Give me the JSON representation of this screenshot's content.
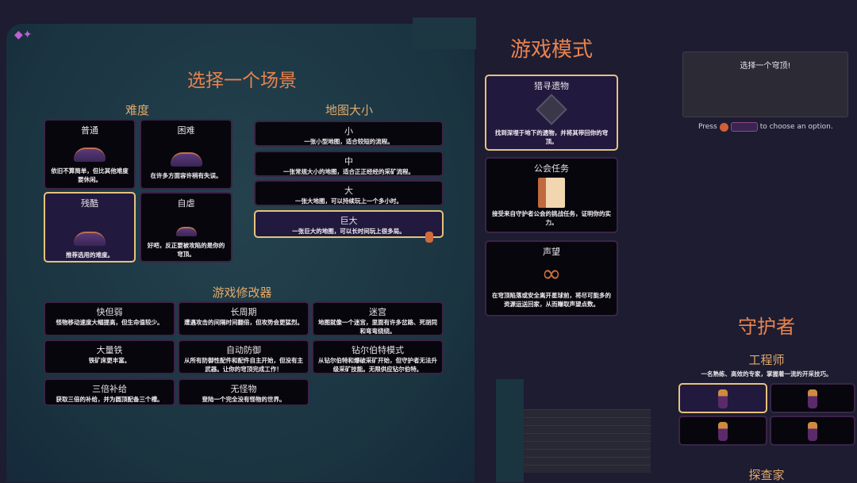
{
  "scene": {
    "title": "选择一个场景",
    "difficulty": {
      "title": "难度",
      "items": [
        {
          "name": "普通",
          "desc": "依旧不算简单，但比其他难度要休闲。"
        },
        {
          "name": "困难",
          "desc": "在许多方面容许稍有失误。"
        },
        {
          "name": "残酷",
          "desc": "推荐选用的难度。",
          "selected": true
        },
        {
          "name": "自虐",
          "desc": "好吧，反正要被攻陷的是你的穹顶。"
        }
      ]
    },
    "map_size": {
      "title": "地图大小",
      "items": [
        {
          "name": "小",
          "desc": "一张小型地图，适合较短的流程。"
        },
        {
          "name": "中",
          "desc": "一张常规大小的地图，适合正正经经的采矿流程。"
        },
        {
          "name": "大",
          "desc": "一张大地图，可以持续玩上一个多小时。"
        },
        {
          "name": "巨大",
          "desc": "一张巨大的地图，可以长时间玩上很多局。",
          "selected": true
        }
      ]
    },
    "modifiers": {
      "title": "游戏修改器",
      "items": [
        {
          "name": "快但弱",
          "desc": "怪物移动速度大幅提高，但生命值较少。"
        },
        {
          "name": "长周期",
          "desc": "遭遇攻击的间隔时间翻倍，但攻势会更猛烈。"
        },
        {
          "name": "迷宫",
          "desc": "地图就像一个迷宫，里面有许多岔路、死胡同和弯弯绕绕。"
        },
        {
          "name": "大量铁",
          "desc": "铁矿床更丰富。"
        },
        {
          "name": "自动防御",
          "desc": "从所有防御性配件和配件自主开始，但没有主武器。让你的穹顶完成工作！"
        },
        {
          "name": "钻尔伯特模式",
          "desc": "从钻尔伯特和爆破采矿开始，但守护者无法升级采矿技能。无限供应钻尔伯特。"
        },
        {
          "name": "三倍补给",
          "desc": "获取三倍的补给，并为圆顶配备三个槽。"
        },
        {
          "name": "无怪物",
          "desc": "登陆一个完全没有怪物的世界。"
        }
      ]
    }
  },
  "modes": {
    "title": "游戏模式",
    "items": [
      {
        "name": "猎寻遗物",
        "desc": "找到深埋于地下的遗物，并将其带回你的穹顶。",
        "icon": "relic-icon",
        "selected": true
      },
      {
        "name": "公会任务",
        "desc": "接受来自守护者公会的挑战任务，证明你的实力。",
        "icon": "guild-contract-icon"
      },
      {
        "name": "声望",
        "desc": "在穹顶陷落或安全离开星球前，将尽可能多的资源运送回家，从而赚取声望点数。",
        "icon": "prestige-infinity-icon"
      }
    ]
  },
  "info": {
    "text": "选择一个穹顶!",
    "press": "Press",
    "choose": "to choose an option."
  },
  "keeper": {
    "title": "守护者",
    "class1": "工程师",
    "class1_desc": "一名熟练、高效的专家，掌握着一流的开采技巧。",
    "skins": 4,
    "class2": "探查家"
  },
  "colors": {
    "title": "#e8834f",
    "section": "#e3a96c",
    "selected_border": "#e6c27c",
    "card_border": "#3b2447"
  }
}
